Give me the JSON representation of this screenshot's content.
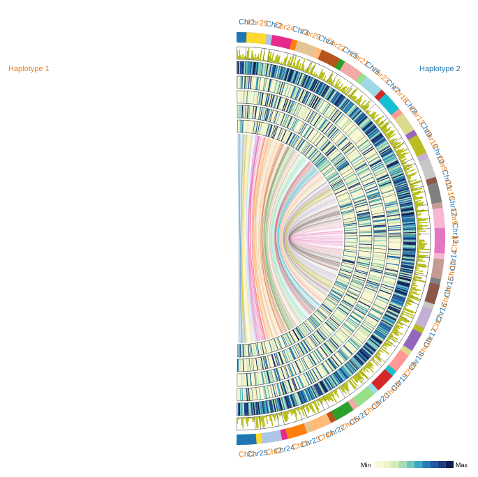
{
  "haplotypes": [
    {
      "label": "Haplotype 1",
      "color": "#f07f1a"
    },
    {
      "label": "Haplotype 2",
      "color": "#2277b4"
    }
  ],
  "chromosomes": {
    "haplotype2": [
      {
        "label": "Chr1",
        "color": "#1f77b4"
      },
      {
        "label": "Chr2",
        "color": "#aec7e8"
      },
      {
        "label": "Chr3",
        "color": "#ff7f0e"
      },
      {
        "label": "Chr4",
        "color": "#ffbb78"
      },
      {
        "label": "Chr5",
        "color": "#2ca02c"
      },
      {
        "label": "Chr6",
        "color": "#98df8a"
      },
      {
        "label": "Chr7",
        "color": "#d62728"
      },
      {
        "label": "Chr8",
        "color": "#ff9896"
      },
      {
        "label": "Chr9",
        "color": "#9467bd"
      },
      {
        "label": "Chr10",
        "color": "#c5b0d5"
      },
      {
        "label": "Chr11",
        "color": "#8c564b"
      },
      {
        "label": "Chr12",
        "color": "#c49c94"
      },
      {
        "label": "Chr13",
        "color": "#e377c2"
      },
      {
        "label": "Chr14",
        "color": "#f7b6d2"
      },
      {
        "label": "Chr15",
        "color": "#7f7f7f"
      },
      {
        "label": "Chr16",
        "color": "#c7c7c7"
      },
      {
        "label": "Chr17",
        "color": "#bcbd22"
      },
      {
        "label": "Chr18",
        "color": "#dbdb8d"
      },
      {
        "label": "Chr19",
        "color": "#17becf"
      },
      {
        "label": "Chr20",
        "color": "#9edae5"
      },
      {
        "label": "Chr21",
        "color": "#f4a9a8"
      },
      {
        "label": "Chr22",
        "color": "#b5541c"
      },
      {
        "label": "Chr23",
        "color": "#e5c494"
      },
      {
        "label": "Chr24",
        "color": "#e7298a"
      },
      {
        "label": "Chr25",
        "color": "#ffd92f"
      }
    ],
    "haplotype1": [
      {
        "label": "Chr1",
        "color": "#1f77b4"
      },
      {
        "label": "Chr2",
        "color": "#aec7e8"
      },
      {
        "label": "Chr3",
        "color": "#ff7f0e"
      },
      {
        "label": "Chr4",
        "color": "#ffbb78"
      },
      {
        "label": "Chr15",
        "color": "#2ca02c"
      },
      {
        "label": "Chr11",
        "color": "#98df8a"
      },
      {
        "label": "Chr12",
        "color": "#d62728"
      },
      {
        "label": "Chr6",
        "color": "#ff9896"
      },
      {
        "label": "Chr10",
        "color": "#9467bd"
      },
      {
        "label": "Chr7",
        "color": "#c5b0d5"
      },
      {
        "label": "Chr14",
        "color": "#8c564b"
      },
      {
        "label": "Chr17",
        "color": "#c49c94"
      },
      {
        "label": "Chr8",
        "color": "#e377c2"
      },
      {
        "label": "Chr9",
        "color": "#f7b6d2"
      },
      {
        "label": "Chr16",
        "color": "#7f7f7f"
      },
      {
        "label": "Chr5",
        "color": "#c7c7c7"
      },
      {
        "label": "Chr19",
        "color": "#bcbd22"
      },
      {
        "label": "Chr13",
        "color": "#dbdb8d"
      },
      {
        "label": "Chr18",
        "color": "#17becf"
      },
      {
        "label": "Chr23",
        "color": "#9edae5"
      },
      {
        "label": "Chr21",
        "color": "#f4a9a8"
      },
      {
        "label": "Chr22",
        "color": "#b5541c"
      },
      {
        "label": "Chr20",
        "color": "#e5c494"
      },
      {
        "label": "Chr24",
        "color": "#e7298a"
      },
      {
        "label": "Chr25",
        "color": "#ffd92f"
      }
    ]
  },
  "legend": {
    "min_label": "Min",
    "max_label": "Max",
    "colors": [
      "#fbf8d4",
      "#eef3c2",
      "#d2ebb8",
      "#a8dbb7",
      "#72c5bd",
      "#3ea6c1",
      "#2380b4",
      "#2159a1",
      "#1f3a83",
      "#111e4e"
    ]
  },
  "colors": {
    "histogram": "#b5bd12",
    "track_border": "#333333"
  }
}
